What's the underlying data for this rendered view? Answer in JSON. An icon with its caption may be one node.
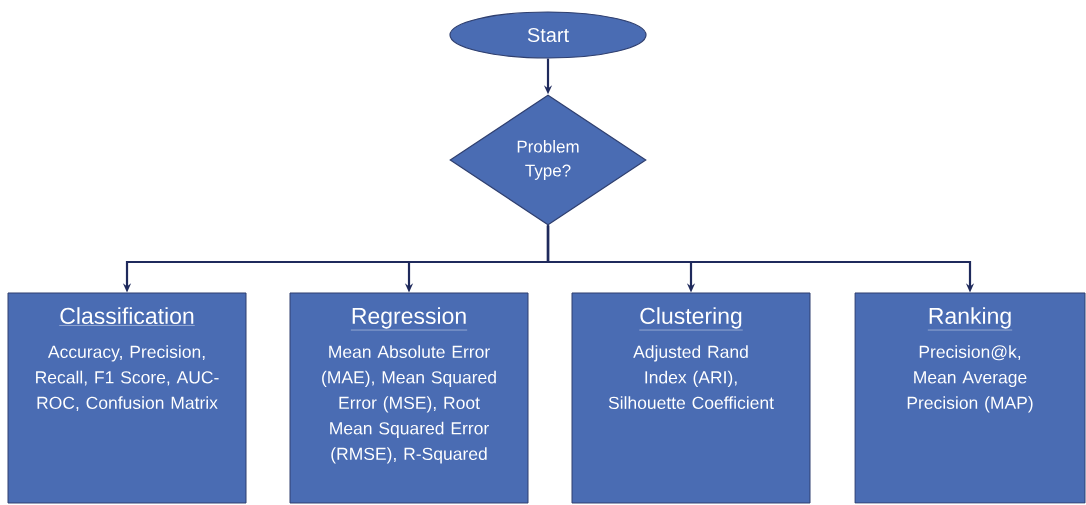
{
  "diagram": {
    "nodes": [
      {
        "text": [
          "Start"
        ]
      },
      {
        "text": [
          "Problem Type?"
        ]
      },
      {
        "text": [
          "Classification",
          "Accuracy, Precision, Recall, F1 Score, AUC-ROC, Confusion Matrix"
        ]
      },
      {
        "text": [
          "Regression",
          "Mean Absolute Error (MAE), Mean Squared Error (MSE), Root Mean Squared Error (RMSE), R-Squared"
        ]
      },
      {
        "text": [
          "Clustering",
          "Adjusted Rand Index (ARI), Silhouette Coefficient"
        ]
      },
      {
        "text": [
          "Ranking",
          "Precision@k, Mean Average Precision (MAP)"
        ]
      }
    ],
    "edges": [
      {
        "from": 0,
        "to": 1,
        "arrow": "to"
      },
      {
        "from": 1,
        "to": 2,
        "arrow": "to"
      },
      {
        "from": 1,
        "to": 3,
        "arrow": "to"
      },
      {
        "from": 1,
        "to": 4,
        "arrow": "to"
      },
      {
        "from": 1,
        "to": 5,
        "arrow": "to"
      }
    ]
  }
}
